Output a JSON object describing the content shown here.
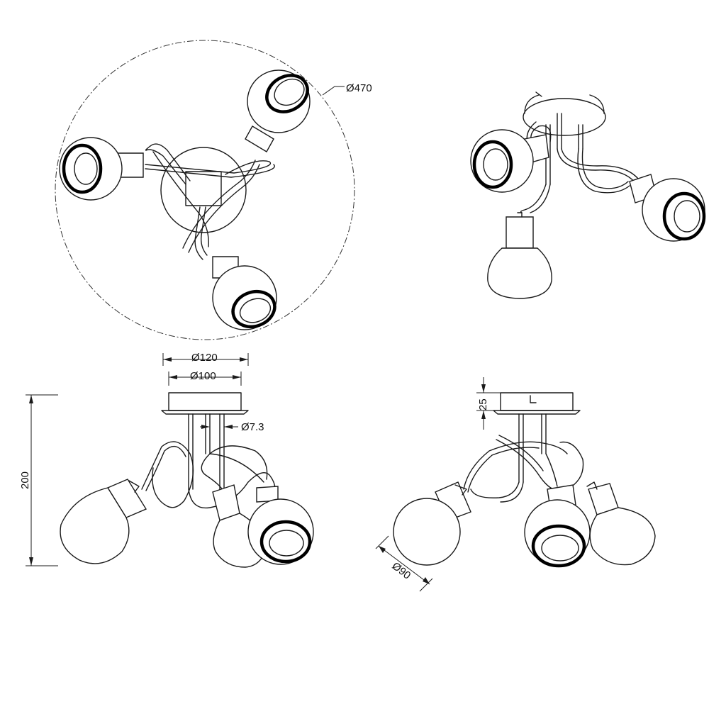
{
  "dimensions": {
    "span": "Ø470",
    "canopy_outer": "Ø120",
    "canopy_inner": "Ø100",
    "rod": "Ø7.3",
    "height": "200",
    "canopy_height": "25",
    "shade": "Ø90"
  }
}
